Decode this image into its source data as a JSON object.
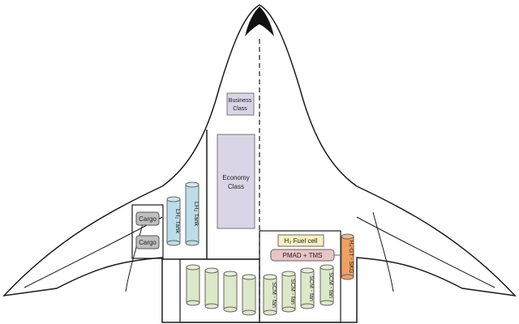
{
  "cabin": {
    "business_line1": "Business",
    "business_line2": "Class",
    "economy_line1": "Economy",
    "economy_line2": "Class"
  },
  "cargo": [
    "Cargo",
    "Cargo"
  ],
  "lh2_tanks": [
    "LH₂ Tank",
    "LH₂ Tank"
  ],
  "power": {
    "fuel_cell": "H₂ Fuel cell",
    "pmad": "PMAD + TMS",
    "gt_skg": "H₂-GT - SKG"
  },
  "scm_fans": [
    "SCM - fan",
    "SCM - fan",
    "SCM - fan",
    "SCM - fan"
  ],
  "colors": {
    "outline": "#1a1a1a",
    "business_fill": "#d9d4e6",
    "economy_fill": "#d9d4e6",
    "cargo_fill": "#bfbfbf",
    "lh2_fill": "#bcdde8",
    "fan_fill": "#dde8c8",
    "fuel_cell_fill": "#fdf0c0",
    "pmad_fill": "#e8c4c4",
    "gt_fill": "#f0a060"
  }
}
